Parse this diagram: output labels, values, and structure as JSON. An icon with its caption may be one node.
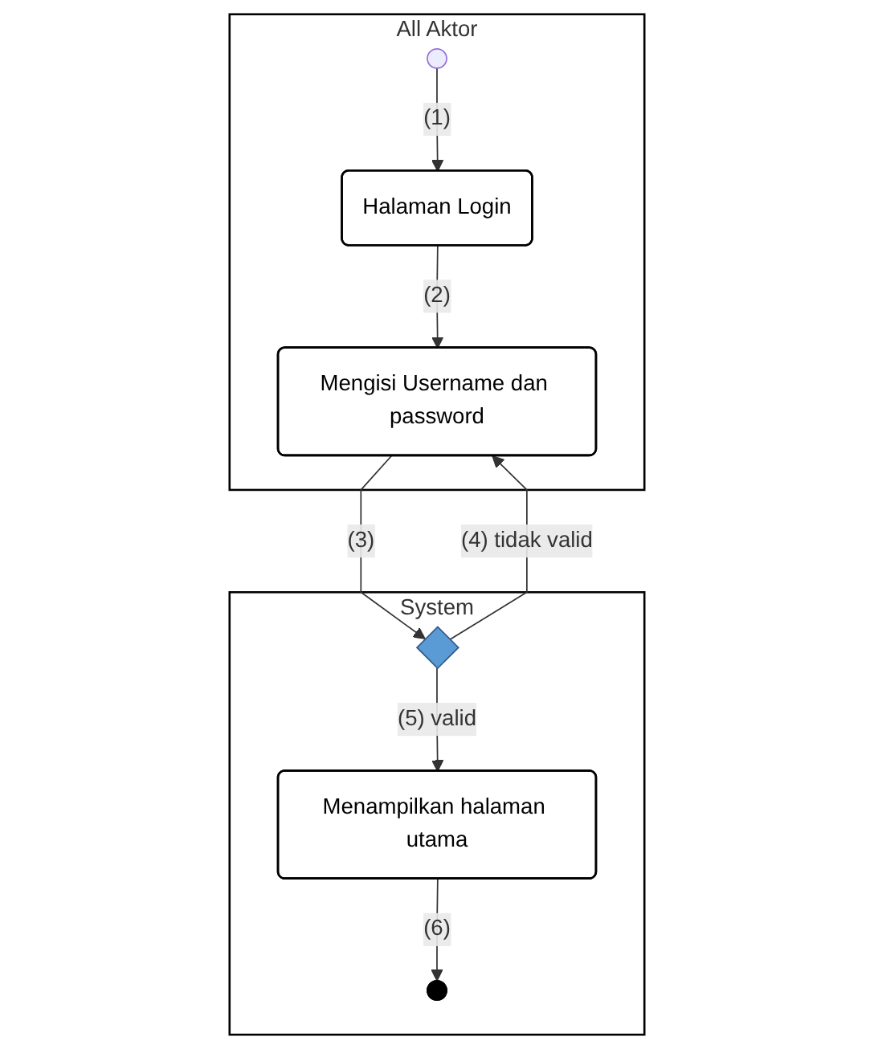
{
  "diagram": {
    "nodes": [
      {
        "text": [
          "All Aktor"
        ]
      },
      {
        "text": [
          "System"
        ]
      },
      {
        "text": [],
        "shape": "circle",
        "in": 0
      },
      {
        "text": [
          "Halaman Login"
        ],
        "in": 0
      },
      {
        "text": [
          "Mengisi Username dan password"
        ],
        "in": 0
      },
      {
        "text": [],
        "shape": "diamond",
        "in": 1
      },
      {
        "text": [
          "Menampilkan halaman utama"
        ],
        "in": 1
      },
      {
        "text": [],
        "shape": "circle",
        "in": 1
      }
    ],
    "edges": [
      {
        "from": 2,
        "to": 3,
        "arrow": "to",
        "label": "(1)"
      },
      {
        "from": 3,
        "to": 4,
        "arrow": "to",
        "label": "(2)"
      },
      {
        "from": 4,
        "to": 5,
        "arrow": "to",
        "label": "(3)"
      },
      {
        "from": 5,
        "to": 4,
        "arrow": "to",
        "label": "(4) tidak valid"
      },
      {
        "from": 5,
        "to": 6,
        "arrow": "to",
        "label": "(5) valid"
      },
      {
        "from": 6,
        "to": 7,
        "arrow": "to",
        "label": "(6)"
      }
    ]
  }
}
